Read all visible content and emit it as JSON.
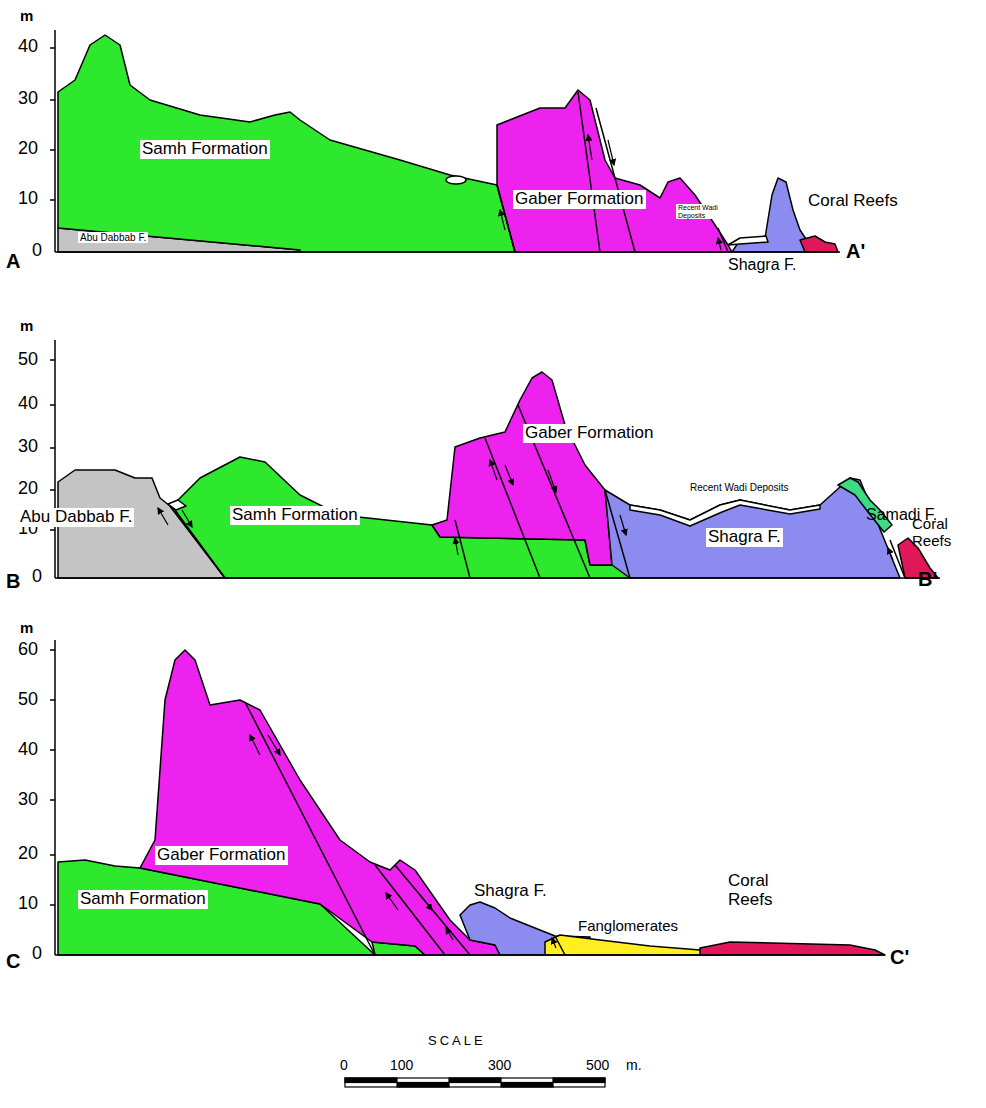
{
  "diagram": {
    "labels": [
      "m",
      "40",
      "30",
      "20",
      "10",
      "0",
      "A",
      "Samh Formation",
      "Abu Dabbab F.",
      "Gaber Formation",
      "Recent Wadi Deposits",
      "Coral Reefs",
      "Shagra F.",
      "A'",
      "m",
      "50",
      "40",
      "30",
      "20",
      "10",
      "0",
      "B",
      "Abu Dabbab F.",
      "Samh Formation",
      "Gaber Formation",
      "Recent Wadi Deposits",
      "Samadi F.",
      "Shagra F.",
      "Coral Reefs",
      "B'",
      "m",
      "60",
      "50",
      "40",
      "30",
      "20",
      "10",
      "0",
      "C",
      "Gaber Formation",
      "Samh Formation",
      "Shagra F.",
      "Fanglomerates",
      "Coral Reefs",
      "C'",
      "SCALE",
      "0",
      "100",
      "300",
      "500",
      "m."
    ]
  }
}
